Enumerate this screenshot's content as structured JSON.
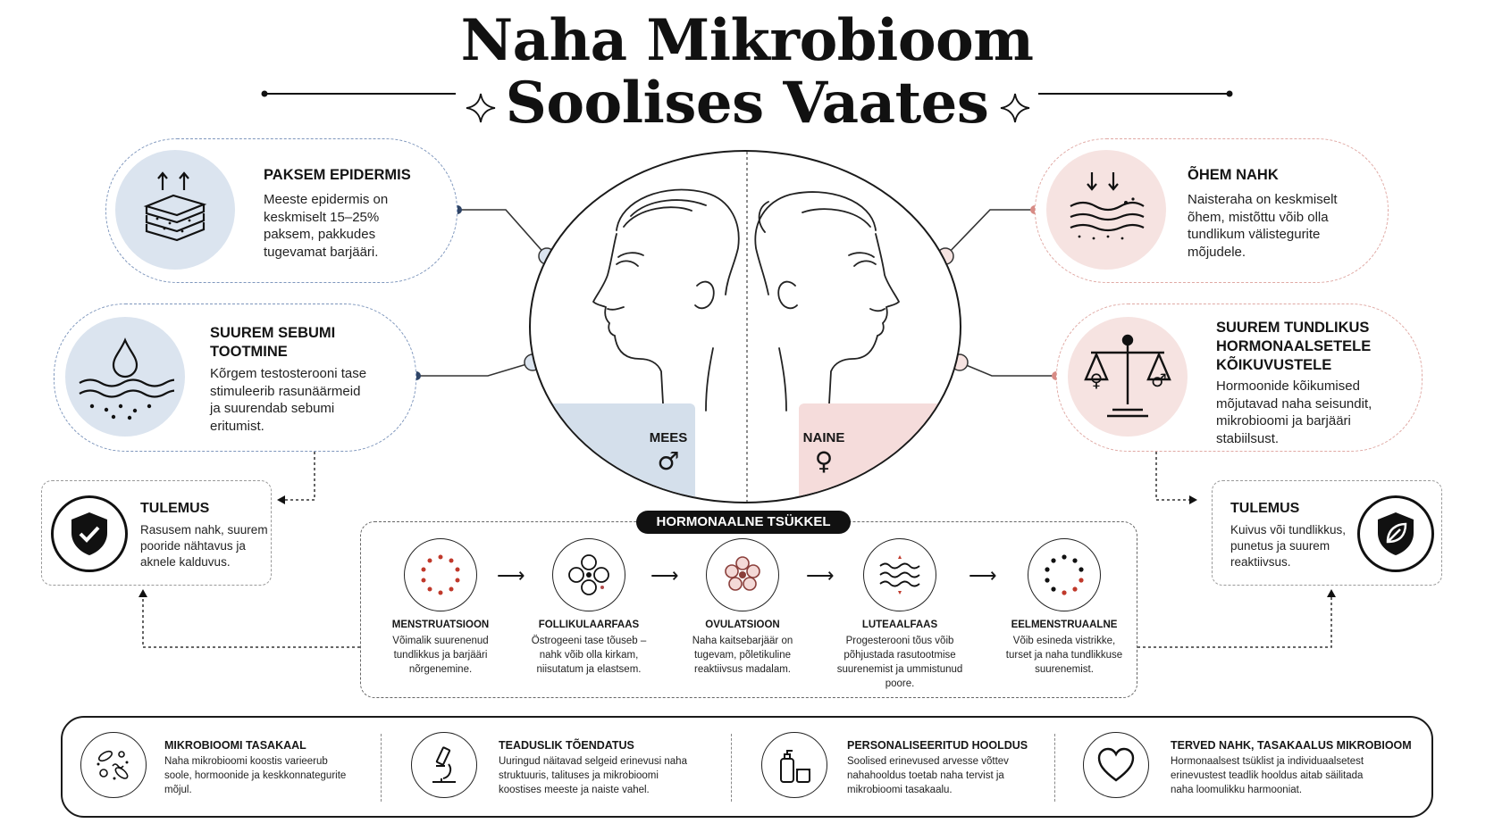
{
  "title": {
    "line1": "Naha Mikrobioom",
    "line2": "Soolises Vaates"
  },
  "left_cards": [
    {
      "heading": "PAKSEM EPIDERMIS",
      "text": [
        "Meeste epidermis on",
        "keskmiselt 15–25%",
        "paksem, pakkudes",
        "tugevamat barjääri."
      ],
      "icon": "layers-up-arrows-icon"
    },
    {
      "heading": [
        "SUUREM SEBUMI",
        "TOOTMINE"
      ],
      "text": [
        "Kõrgem testosterooni tase",
        "stimuleerib rasunäärmeid",
        "ja suurendab sebumi",
        "eritumist."
      ],
      "icon": "oil-drop-waves-icon"
    }
  ],
  "right_cards": [
    {
      "heading": "ÕHEM NAHK",
      "text": [
        "Naisteraha on keskmiselt",
        "õhem, mistõttu võib olla",
        "tundlikum välistegurite",
        "mõjudele."
      ],
      "icon": "thin-layers-down-arrows-icon"
    },
    {
      "heading": [
        "SUUREM TUNDLIKUS",
        "HORMONAALSETELE",
        "KÕIKUVUSTELE"
      ],
      "text": [
        "Hormoonide kõikumised",
        "mõjutavad naha seisundit,",
        "mikrobioomi ja barjääri",
        "stabiilsust."
      ],
      "icon": "balance-scale-icon"
    }
  ],
  "center": {
    "male_label": "MEES",
    "male_symbol": "♂",
    "female_label": "NAINE",
    "female_symbol": "♀"
  },
  "results": [
    {
      "heading": "TULEMUS",
      "text": [
        "Rasusem nahk, suurem",
        "pooride nähtavus ja",
        "aknele kalduvus."
      ],
      "icon": "shield-check-icon"
    },
    {
      "heading": "TULEMUS",
      "text": [
        "Kuivus või tundlikkus,",
        "punetus ja suurem",
        "reaktiivsus."
      ],
      "icon": "shield-leaf-icon"
    }
  ],
  "cycle": {
    "title": "HORMONAALNE TSÜKKEL",
    "phases": [
      {
        "name": "MENSTRUATSIOON",
        "text": [
          "Võimalik suurenenud",
          "tundlikkus ja barjääri",
          "nõrgenemine."
        ]
      },
      {
        "name": "FOLLIKULAARFAAS",
        "text": [
          "Östrogeeni tase tõuseb –",
          "nahk võib olla kirkam,",
          "niisutatum ja elastsem."
        ]
      },
      {
        "name": "OVULATSIOON",
        "text": [
          "Naha kaitsebarjäär on",
          "tugevam, põletikuline",
          "reaktiivsus madalam."
        ]
      },
      {
        "name": "LUTEAALFAAS",
        "text": [
          "Progesterooni tõus võib",
          "põhjustada rasutootmise",
          "suurenemist ja ummistunud",
          "poore."
        ]
      },
      {
        "name": "EELMENSTRUAALNE",
        "text": [
          "Võib esineda vistrikke,",
          "turset ja naha tundlikkuse",
          "suurenemist."
        ]
      }
    ]
  },
  "bottom": [
    {
      "heading": "MIKROBIOOMI TASAKAAL",
      "text": [
        "Naha mikrobioomi koostis varieerub",
        "soole, hormoonide ja keskkonnategurite",
        "mõjul."
      ],
      "icon": "microbes-icon"
    },
    {
      "heading": "TEADUSLIK TÕENDATUS",
      "text": [
        "Uuringud näitavad selgeid erinevusi naha",
        "struktuuris, talituses ja mikrobioomi",
        "koostises meeste ja naiste vahel."
      ],
      "icon": "microscope-icon"
    },
    {
      "heading": "PERSONALISEERITUD HOOLDUS",
      "text": [
        "Soolised erinevused arvesse võttev",
        "nahahooldus toetab naha tervist ja",
        "mikrobioomi tasakaalu."
      ],
      "icon": "skincare-bottles-icon"
    },
    {
      "heading": "TERVED NAHK, TASAKAALUS MIKROBIOOM",
      "text": [
        "Hormonaalsest tsüklist ja individuaalsetest",
        "erinevustest teadlik hooldus aitab säilitada",
        "naha loomulikku harmooniat."
      ],
      "icon": "heart-icon"
    }
  ]
}
